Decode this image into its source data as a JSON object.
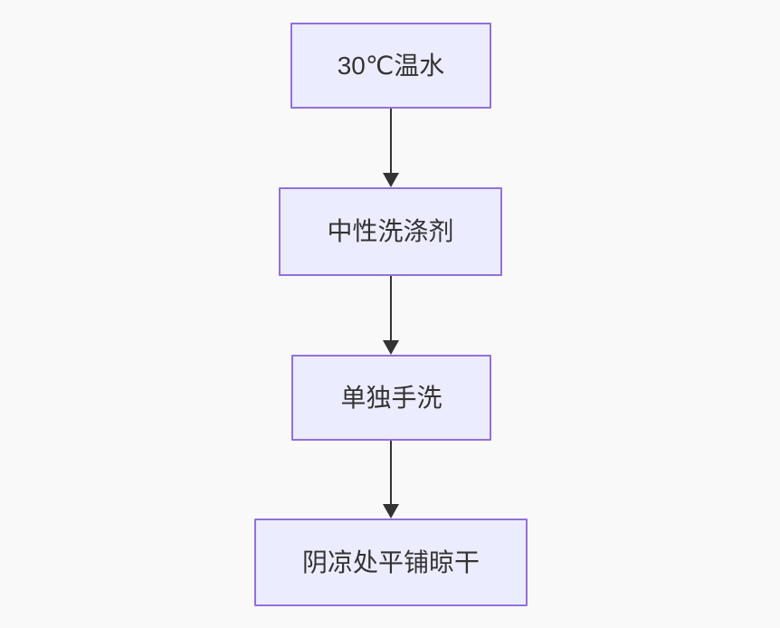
{
  "diagram": {
    "type": "flowchart",
    "direction": "top-to-bottom",
    "nodes": [
      {
        "id": "step-1",
        "label": "30℃温水"
      },
      {
        "id": "step-2",
        "label": "中性洗涤剂"
      },
      {
        "id": "step-3",
        "label": "单独手洗"
      },
      {
        "id": "step-4",
        "label": "阴凉处平铺晾干"
      }
    ],
    "edges": [
      {
        "from": "step-1",
        "to": "step-2",
        "arrow": "down"
      },
      {
        "from": "step-2",
        "to": "step-3",
        "arrow": "down"
      },
      {
        "from": "step-3",
        "to": "step-4",
        "arrow": "down"
      }
    ],
    "colors": {
      "background": "#f9f9f9",
      "node_fill": "#ECECFF",
      "node_border": "#9370DB",
      "arrow": "#333333",
      "text": "#333333"
    }
  }
}
